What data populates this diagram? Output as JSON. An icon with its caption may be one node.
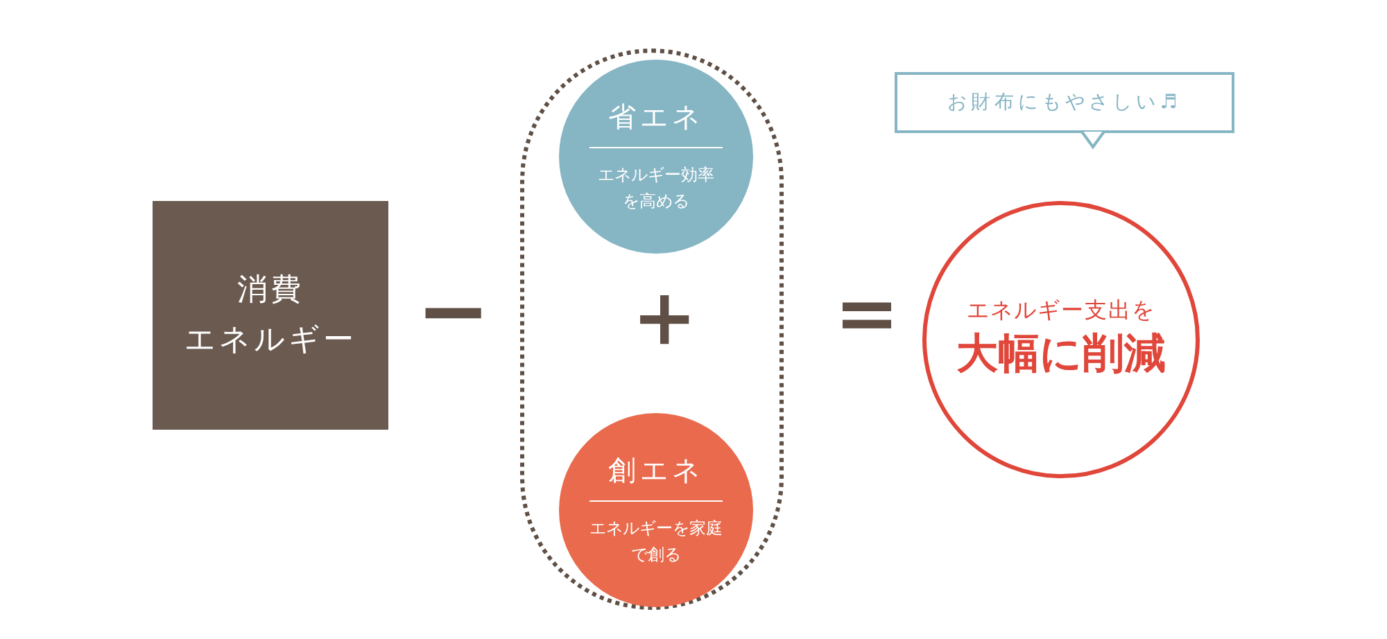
{
  "diagram": {
    "nodes": [
      {
        "text": [
          "消費エネルギー"
        ]
      },
      {
        "text": [],
        "shape": "box"
      },
      {
        "text": [
          "省エネ",
          "エネルギー効率を高める"
        ],
        "in": 1
      },
      {
        "text": [
          "創エネ",
          "エネルギーを家庭で創る"
        ],
        "in": 1
      },
      {
        "text": [
          "お財布にもやさしい♬"
        ]
      },
      {
        "text": [
          "エネルギー支出を",
          "大幅に削減"
        ]
      }
    ],
    "labels": [
      "−",
      "＋",
      "＝"
    ]
  }
}
